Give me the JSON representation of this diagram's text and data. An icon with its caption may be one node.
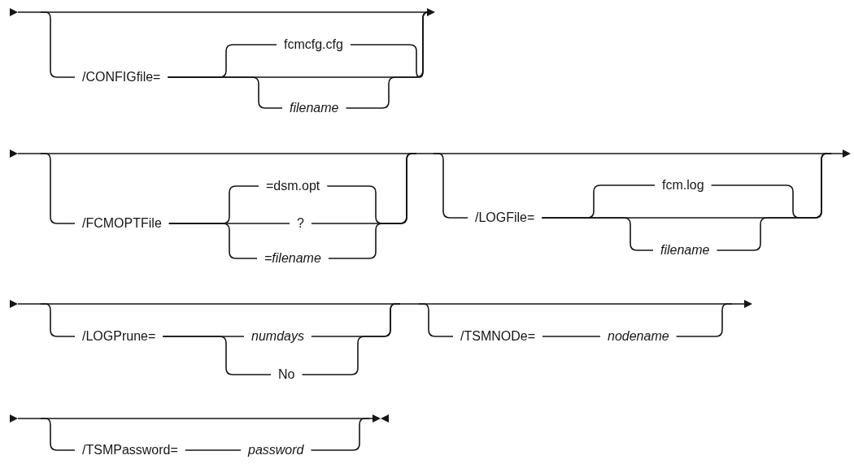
{
  "diagram": {
    "nodes": [
      {
        "text": [
          "/CONFIGfile="
        ]
      },
      {
        "text": [
          "fcmcfg.cfg"
        ]
      },
      {
        "text": [
          "filename"
        ]
      },
      {
        "text": [
          "/FCMOPTFile"
        ]
      },
      {
        "text": [
          "=dsm.opt"
        ]
      },
      {
        "text": [
          "?"
        ]
      },
      {
        "text": [
          "=filename"
        ]
      },
      {
        "text": [
          "/LOGFile="
        ]
      },
      {
        "text": [
          "fcm.log"
        ]
      },
      {
        "text": [
          "filename"
        ]
      },
      {
        "text": [
          "/LOGPrune="
        ]
      },
      {
        "text": [
          "numdays"
        ]
      },
      {
        "text": [
          "No"
        ]
      },
      {
        "text": [
          "/TSMNODe="
        ]
      },
      {
        "text": [
          "nodename"
        ]
      },
      {
        "text": [
          "/TSMPassword="
        ]
      },
      {
        "text": [
          "password"
        ]
      }
    ],
    "edges": [
      {
        "from": 0,
        "to": 1,
        "arrow": "none"
      },
      {
        "from": 0,
        "to": 2,
        "arrow": "none"
      },
      {
        "from": 3,
        "to": 4,
        "arrow": "none"
      },
      {
        "from": 3,
        "to": 5,
        "arrow": "none"
      },
      {
        "from": 3,
        "to": 6,
        "arrow": "none"
      },
      {
        "from": 7,
        "to": 8,
        "arrow": "none"
      },
      {
        "from": 7,
        "to": 9,
        "arrow": "none"
      },
      {
        "from": 10,
        "to": 11,
        "arrow": "none"
      },
      {
        "from": 10,
        "to": 12,
        "arrow": "none"
      },
      {
        "from": 13,
        "to": 14,
        "arrow": "none"
      },
      {
        "from": 15,
        "to": 16,
        "arrow": "none"
      }
    ]
  }
}
